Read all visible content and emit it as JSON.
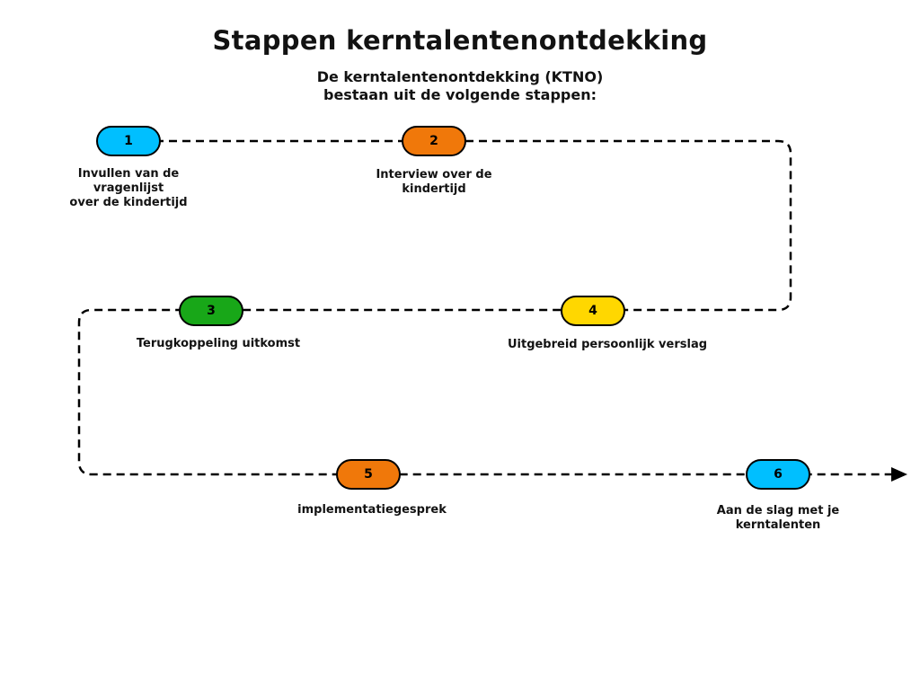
{
  "header": {
    "title": "Stappen kerntalentenontdekking",
    "subtitle": "De kerntalentenontdekking (KTNO)\nbestaan uit de volgende stappen:"
  },
  "colors": {
    "cyan": "#00BFFF",
    "orange": "#F0780A",
    "green": "#18A718",
    "yellow": "#FFD700",
    "line": "#000000"
  },
  "steps": [
    {
      "number": "1",
      "color": "#00BFFF",
      "label": "Invullen van de\nvragenlijst\nover de kindertijd"
    },
    {
      "number": "2",
      "color": "#F0780A",
      "label": "Interview over de\nkindertijd"
    },
    {
      "number": "3",
      "color": "#18A718",
      "label": "Terugkoppeling uitkomst"
    },
    {
      "number": "4",
      "color": "#FFD700",
      "label": "Uitgebreid persoonlijk verslag"
    },
    {
      "number": "5",
      "color": "#F0780A",
      "label": "implementatiegesprek"
    },
    {
      "number": "6",
      "color": "#00BFFF",
      "label": "Aan de slag met je\nkerntalenten"
    }
  ]
}
